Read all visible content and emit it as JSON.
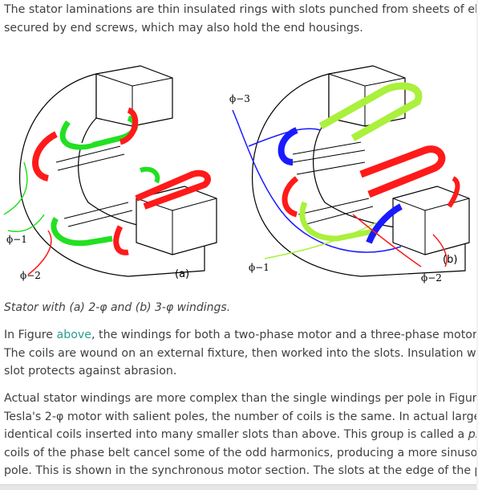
{
  "intro": {
    "line1": "The stator laminations are thin insulated rings with slots punched from sheets of elec",
    "line2": "secured by end screws, which may also hold the end housings."
  },
  "figure": {
    "label_a": "(a)",
    "label_b": "(b)",
    "phase_a1": "ϕ−1",
    "phase_a2": "ϕ−2",
    "phase_b1": "ϕ−1",
    "phase_b2": "ϕ−2",
    "phase_b3": "ϕ−3",
    "colors": {
      "phase1": "#ff1a1a",
      "phase2": "#22e022",
      "phase3": "#1a1aff",
      "phase3_alt": "#aaf03c"
    }
  },
  "caption": "Stator with (a) 2-φ and (b) 3-φ windings.",
  "para1": {
    "l1_pre": "In Figure ",
    "l1_link": "above",
    "l1_post": ", the windings for both a two-phase motor and a three-phase motor h",
    "l2": "The coils are wound on an external fixture, then worked into the slots. Insulation wed",
    "l3": "slot protects against abrasion."
  },
  "para2": {
    "l1": "Actual stator windings are more complex than the single windings per pole in Figure a",
    "l2": "Tesla's 2-φ motor with salient poles, the number of coils is the same. In actual large m",
    "l3_pre": "identical coils inserted into many smaller slots than above. This group is called a ",
    "l3_em": "phas",
    "l4": "coils of the phase belt cancel some of the odd harmonics, producing a more sinusoid",
    "l5": "pole. This is shown in the synchronous motor section. The slots at the edge of the po"
  }
}
